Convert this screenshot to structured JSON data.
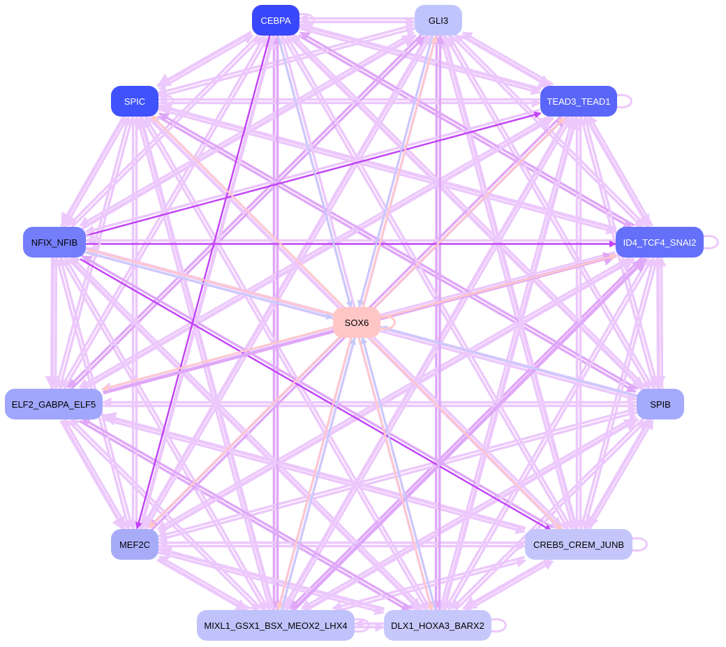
{
  "nodes": [
    {
      "id": "CEBPA",
      "label": "CEBPA",
      "fill": "#3a48fb",
      "text": "#ffffff"
    },
    {
      "id": "GLI3",
      "label": "GLI3",
      "fill": "#c0c4fc",
      "text": "#000000"
    },
    {
      "id": "SPIC",
      "label": "SPIC",
      "fill": "#3f52fb",
      "text": "#ffffff"
    },
    {
      "id": "TEAD3_TEAD1",
      "label": "TEAD3_TEAD1",
      "fill": "#5a66f8",
      "text": "#ffffff"
    },
    {
      "id": "NFIX_NFIB",
      "label": "NFIX_NFIB",
      "fill": "#747efa",
      "text": "#000000"
    },
    {
      "id": "ID4_TCF4_SNAI2",
      "label": "ID4_TCF4_SNAI2",
      "fill": "#6470fa",
      "text": "#ffffff"
    },
    {
      "id": "SOX6",
      "label": "SOX6",
      "fill": "#ffc6c6",
      "text": "#000000"
    },
    {
      "id": "ELF2_GABPA_ELF5",
      "label": "ELF2_GABPA_ELF5",
      "fill": "#a0a6fb",
      "text": "#000000"
    },
    {
      "id": "SPIB",
      "label": "SPIB",
      "fill": "#a4aafc",
      "text": "#000000"
    },
    {
      "id": "MEF2C",
      "label": "MEF2C",
      "fill": "#a8acf8",
      "text": "#000000"
    },
    {
      "id": "CREB5_CREM_JUNB",
      "label": "CREB5_CREM_JUNB",
      "fill": "#c4c6fb",
      "text": "#000000"
    },
    {
      "id": "MIXL1_GSX1_BSX_MEOX2_LHX4",
      "label": "MIXL1_GSX1_BSX_MEOX2_LHX4",
      "fill": "#c0c2fb",
      "text": "#000000"
    },
    {
      "id": "DLX1_HOXA3_BARX2",
      "label": "DLX1_HOXA3_BARX2",
      "fill": "#c6c8fb",
      "text": "#000000"
    }
  ],
  "edge_colors": {
    "light": "#ecc8fc",
    "medium": "#e0a8f8",
    "strong": "#c244f8",
    "pink": "#ffc8c8",
    "blue": "#c6cafc"
  },
  "self_loops": [
    "CEBPA",
    "SPIC",
    "TEAD3_TEAD1",
    "NFIX_NFIB",
    "ID4_TCF4_SNAI2",
    "SOX6",
    "CREB5_CREM_JUNB",
    "DLX1_HOXA3_BARX2",
    "MIXL1_GSX1_BSX_MEOX2_LHX4"
  ],
  "special_edges": [
    {
      "from": "NFIX_NFIB",
      "to": "ID4_TCF4_SNAI2",
      "type": "strong"
    },
    {
      "from": "NFIX_NFIB",
      "to": "TEAD3_TEAD1",
      "type": "strong"
    },
    {
      "from": "NFIX_NFIB",
      "to": "CREB5_CREM_JUNB",
      "type": "strong"
    },
    {
      "from": "CEBPA",
      "to": "MEF2C",
      "type": "strong"
    },
    {
      "from": "ELF2_GABPA_ELF5",
      "to": "ID4_TCF4_SNAI2",
      "type": "medium"
    },
    {
      "from": "MIXL1_GSX1_BSX_MEOX2_LHX4",
      "to": "ID4_TCF4_SNAI2",
      "type": "medium"
    },
    {
      "from": "CEBPA",
      "to": "SOX6",
      "type": "blue"
    },
    {
      "from": "GLI3",
      "to": "SOX6",
      "type": "blue"
    },
    {
      "from": "SPIB",
      "to": "SOX6",
      "type": "blue"
    },
    {
      "from": "NFIX_NFIB",
      "to": "SOX6",
      "type": "blue"
    },
    {
      "from": "MIXL1_GSX1_BSX_MEOX2_LHX4",
      "to": "SOX6",
      "type": "blue"
    },
    {
      "from": "DLX1_HOXA3_BARX2",
      "to": "SOX6",
      "type": "blue"
    },
    {
      "from": "SOX6",
      "to": "SPIC",
      "type": "pink"
    },
    {
      "from": "SOX6",
      "to": "GLI3",
      "type": "pink"
    },
    {
      "from": "SOX6",
      "to": "TEAD3_TEAD1",
      "type": "pink"
    },
    {
      "from": "SOX6",
      "to": "ID4_TCF4_SNAI2",
      "type": "pink"
    },
    {
      "from": "SOX6",
      "to": "NFIX_NFIB",
      "type": "pink"
    },
    {
      "from": "SOX6",
      "to": "ELF2_GABPA_ELF5",
      "type": "pink"
    },
    {
      "from": "SOX6",
      "to": "MEF2C",
      "type": "pink"
    },
    {
      "from": "SOX6",
      "to": "CREB5_CREM_JUNB",
      "type": "pink"
    },
    {
      "from": "SOX6",
      "to": "DLX1_HOXA3_BARX2",
      "type": "pink"
    },
    {
      "from": "SOX6",
      "to": "MIXL1_GSX1_BSX_MEOX2_LHX4",
      "type": "pink"
    }
  ]
}
